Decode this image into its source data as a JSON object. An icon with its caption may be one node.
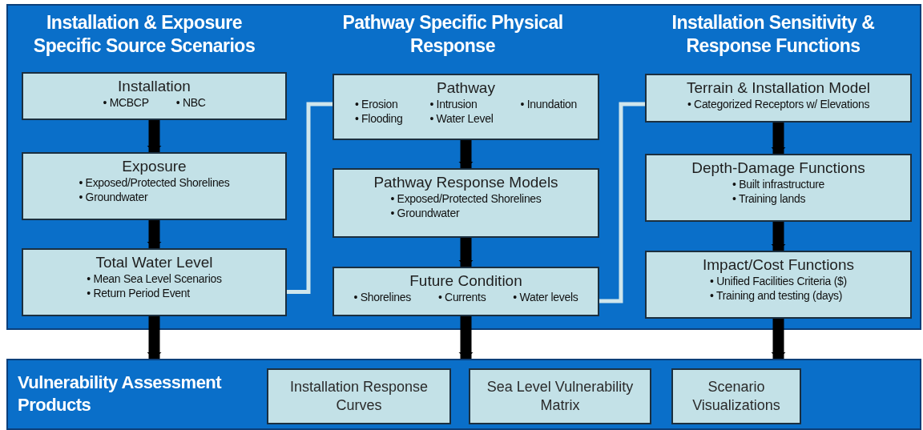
{
  "diagram": {
    "nodes": [
      {
        "text": [],
        "shape": "box"
      },
      {
        "text": [
          "Installation",
          "• MCBCP",
          "• NBC"
        ],
        "in": 0
      },
      {
        "text": [
          "Exposure",
          "• Exposed/Protected Shorelines",
          "• Groundwater"
        ],
        "in": 0
      },
      {
        "text": [
          "Total Water Level",
          "• Mean Sea Level Scenarios",
          "• Return Period Event"
        ],
        "in": 0
      },
      {
        "text": [
          "Pathway",
          "• Erosion",
          "• Intrusion",
          "• Inundation",
          "• Flooding",
          "• Water Level"
        ],
        "in": 0
      },
      {
        "text": [
          "Pathway Response Models",
          "• Exposed/Protected Shorelines",
          "• Groundwater"
        ],
        "in": 0
      },
      {
        "text": [
          "Future Condition",
          "• Shorelines",
          "• Currents",
          "• Water levels"
        ],
        "in": 0
      },
      {
        "text": [
          "Terrain & Installation Model",
          "• Categorized Receptors w/ Elevations"
        ],
        "in": 0
      },
      {
        "text": [
          "Depth-Damage Functions",
          "• Built infrastructure",
          "• Training lands"
        ],
        "in": 0
      },
      {
        "text": [
          "Impact/Cost Functions",
          "• Unified Facilities Criteria ($)",
          "• Training and testing (days)"
        ],
        "in": 0
      },
      {
        "text": [
          "Vulnerability Assessment Products"
        ]
      },
      {
        "text": [
          "Installation Response Curves"
        ],
        "in": 10
      },
      {
        "text": [
          "Sea Level Vulnerability Matrix"
        ],
        "in": 10
      },
      {
        "text": [
          "Scenario Visualizations"
        ],
        "in": 10
      }
    ],
    "edges": [
      {
        "from": 1,
        "to": 2,
        "arrow": "to"
      },
      {
        "from": 2,
        "to": 3,
        "arrow": "to"
      },
      {
        "from": 3,
        "to": 4,
        "arrow": "none",
        "color": "#cfe6ec"
      },
      {
        "from": 4,
        "to": 5,
        "arrow": "to"
      },
      {
        "from": 5,
        "to": 6,
        "arrow": "to"
      },
      {
        "from": 6,
        "to": 7,
        "arrow": "none",
        "color": "#cfe6ec"
      },
      {
        "from": 7,
        "to": 8,
        "arrow": "to"
      },
      {
        "from": 8,
        "to": 9,
        "arrow": "to"
      },
      {
        "from": 3,
        "to": 10,
        "arrow": "to"
      },
      {
        "from": 6,
        "to": 10,
        "arrow": "to"
      },
      {
        "from": 9,
        "to": 10,
        "arrow": "to"
      }
    ],
    "labels": [
      "Installation & Exposure Specific Source Scenarios",
      "Pathway Specific Physical Response",
      "Installation Sensitivity & Response Functions"
    ]
  }
}
